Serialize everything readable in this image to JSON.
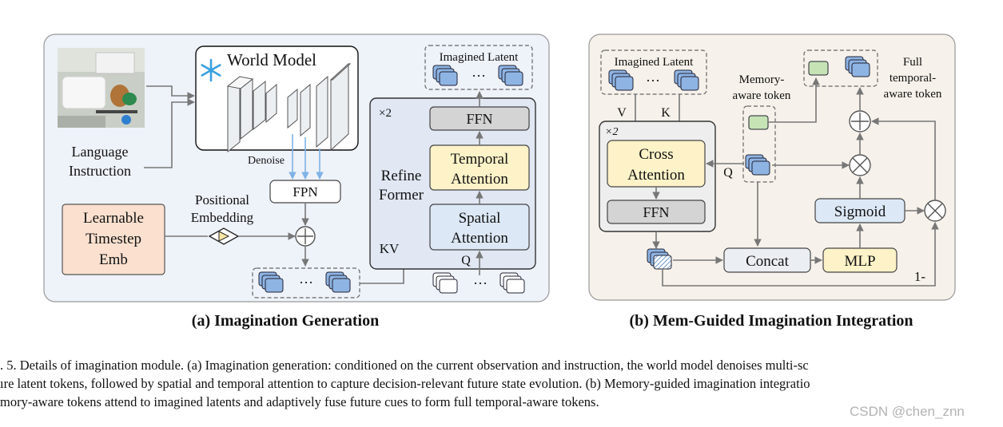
{
  "panel_a": {
    "world_model": "World Model",
    "language_instruction": [
      "Language",
      "Instruction"
    ],
    "denoise": "Denoise",
    "fpn": "FPN",
    "positional_embedding": [
      "Positional",
      "Embedding"
    ],
    "learnable_timestep": [
      "Learnable",
      "Timestep",
      "Emb"
    ],
    "imagined_latent": "Imagined Latent",
    "x2": "×2",
    "ffn": "FFN",
    "temporal_attention": [
      "Temporal",
      "Attention"
    ],
    "refine_former": [
      "Refine",
      "Former"
    ],
    "spatial_attention": [
      "Spatial",
      "Attention"
    ],
    "kv": "KV",
    "q": "Q",
    "ellipsis": "···",
    "caption": "(a) Imagination Generation"
  },
  "panel_b": {
    "imagined_latent": "Imagined Latent",
    "v": "V",
    "k": "K",
    "x2": "×2",
    "cross_attention": [
      "Cross",
      "Attention"
    ],
    "ffn": "FFN",
    "q": "Q",
    "memory_aware_token": [
      "Memory-",
      "aware token"
    ],
    "full_temporal_aware_token": [
      "Full",
      "temporal-",
      "aware token"
    ],
    "sigmoid": "Sigmoid",
    "concat": "Concat",
    "mlp": "MLP",
    "one_minus": "1-",
    "ellipsis": "···",
    "caption": "(b) Mem-Guided Imagination Integration"
  },
  "figure_caption": [
    ". 5.  Details of imagination module. (a) Imagination generation: conditioned on the current observation and instruction, the world model denoises multi-sc",
    "ıre latent tokens, followed by spatial and temporal attention to capture decision-relevant future state evolution. (b) Memory-guided imagination integratio",
    "mory-aware tokens attend to imagined latents and adaptively fuse future cues to form full temporal-aware tokens."
  ],
  "watermark": "CSDN @chen_znn",
  "colors": {
    "panel_a_bg": "#eef2f9",
    "panel_b_bg": "#f6f1ea",
    "token_blue": "#8eb4e3",
    "memory_green": "#c6e3b5",
    "temporal_yellow": "#fdf2c8",
    "timestep_orange": "#fbe0cf",
    "gray_box": "#d4d4d4",
    "attn_blue": "#dce8f5"
  }
}
